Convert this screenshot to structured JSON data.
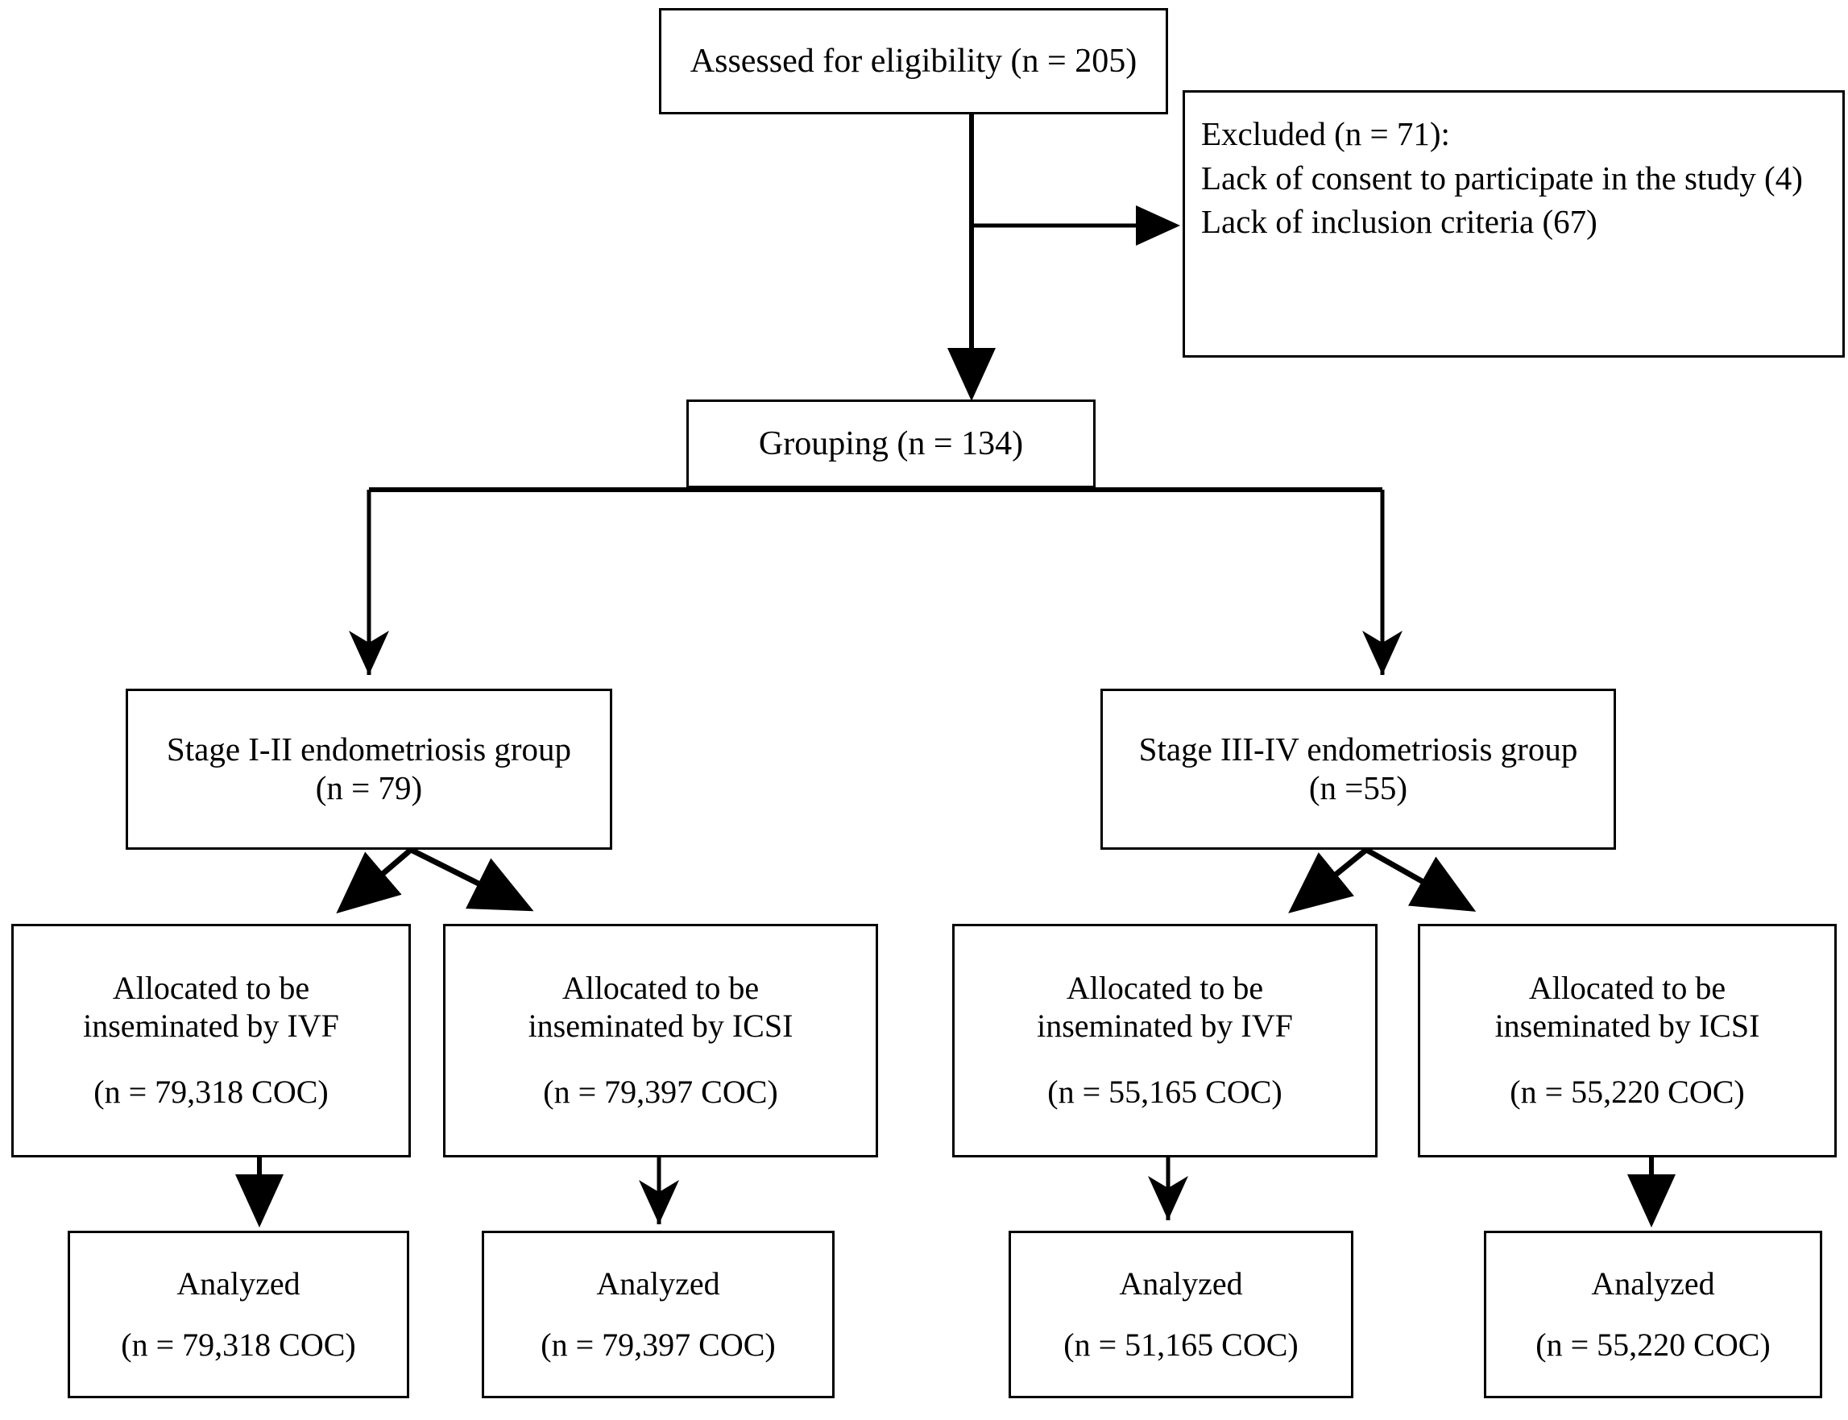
{
  "diagram": {
    "title": "CONSORT-style participant flow diagram",
    "stroke_color": "#000000",
    "background_color": "#ffffff",
    "nodes": {
      "assessed": {
        "label": "Assessed for eligibility (n = 205)"
      },
      "excluded": {
        "line1": "Excluded (n = 71):",
        "line2": " Lack of consent to participate in the study (4)",
        "line3": "Lack of inclusion criteria (67)"
      },
      "grouping": {
        "label": "Grouping (n = 134)"
      },
      "stage_1_2": {
        "line1": "Stage I-II endometriosis group",
        "line2": "(n = 79)"
      },
      "stage_3_4": {
        "line1": "Stage III-IV endometriosis group",
        "line2": "(n =55)"
      },
      "allocated": [
        {
          "line1": "Allocated to be",
          "line2": "inseminated by IVF",
          "line3": "(n = 79,318 COC)"
        },
        {
          "line1": "Allocated to be",
          "line2": "inseminated by ICSI",
          "line3": "(n = 79,397 COC)"
        },
        {
          "line1": "Allocated to be",
          "line2": "inseminated by IVF",
          "line3": "(n = 55,165 COC)"
        },
        {
          "line1": "Allocated to be",
          "line2": "inseminated by ICSI",
          "line3": "(n = 55,220 COC)"
        }
      ],
      "analyzed": [
        {
          "line1": "Analyzed",
          "line2": "(n = 79,318 COC)"
        },
        {
          "line1": "Analyzed",
          "line2": "(n = 79,397 COC)"
        },
        {
          "line1": "Analyzed",
          "line2": "(n = 51,165 COC)"
        },
        {
          "line1": "Analyzed",
          "line2": "(n = 55,220 COC)"
        }
      ]
    }
  }
}
